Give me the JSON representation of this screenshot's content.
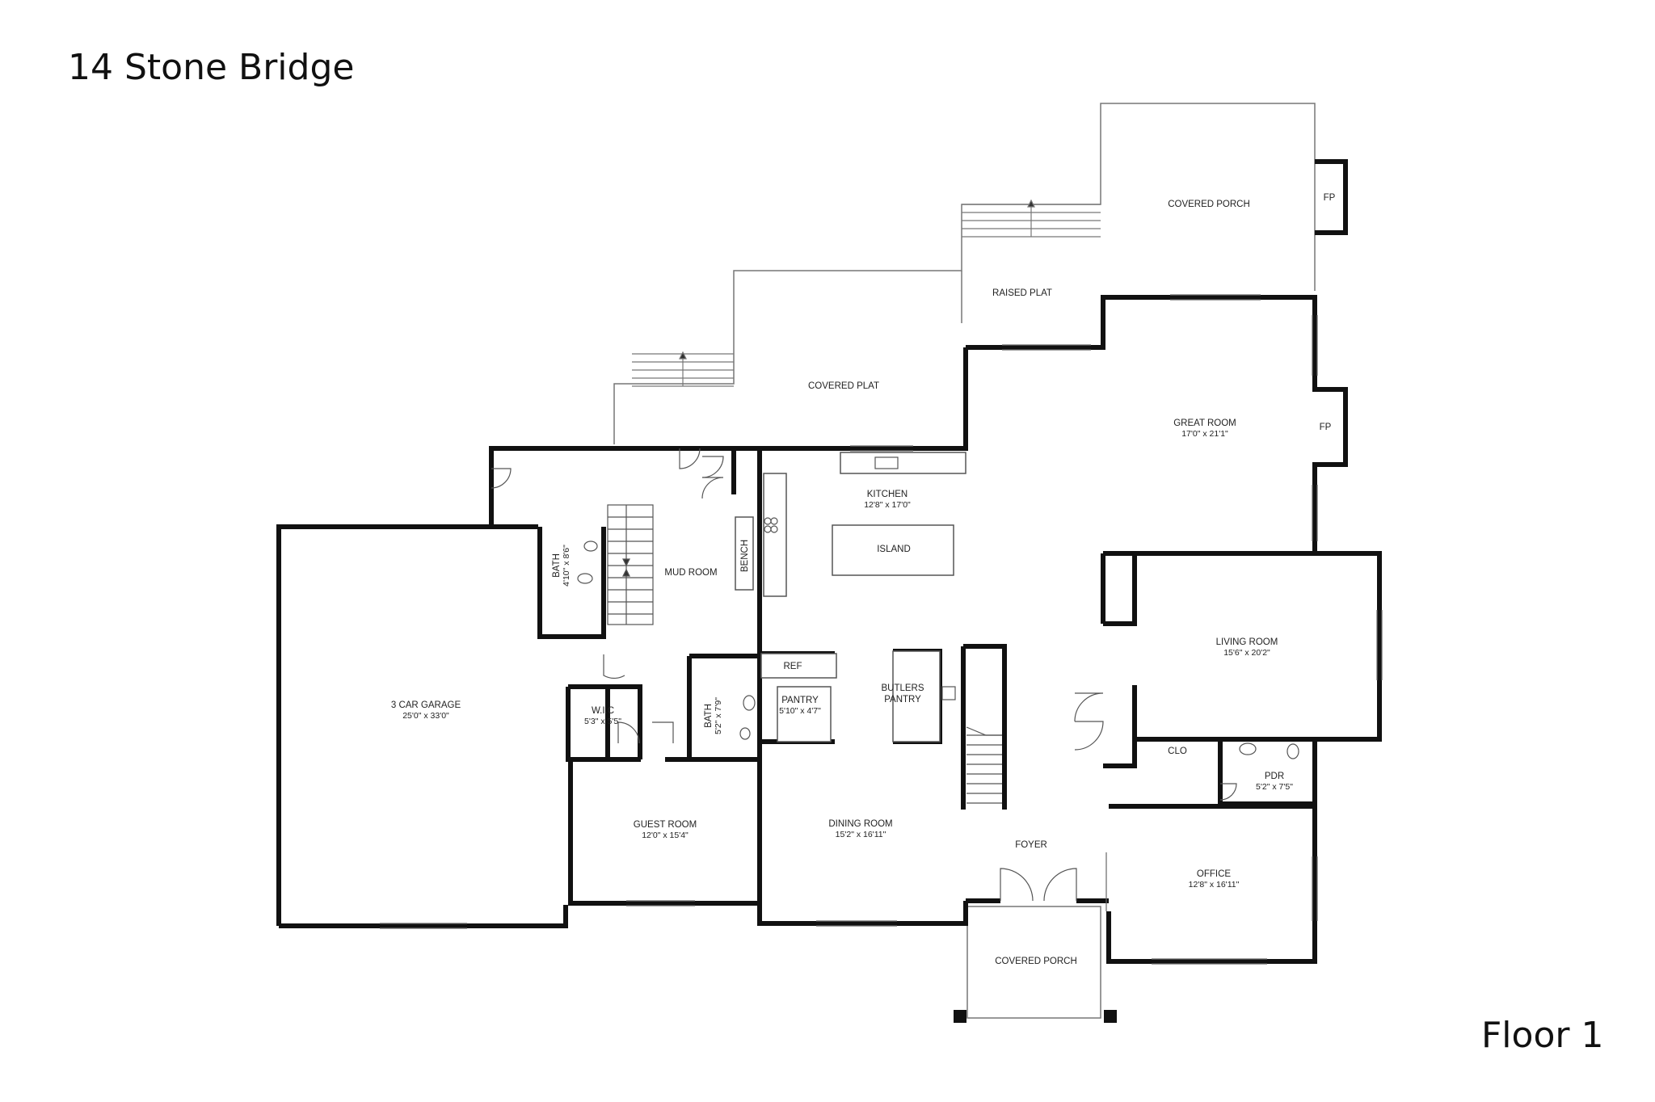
{
  "title": "14 Stone Bridge",
  "floor": "Floor 1",
  "rooms": {
    "covered_porch_rear": {
      "name": "COVERED PORCH"
    },
    "fp_rear": {
      "name": "FP"
    },
    "raised_plat": {
      "name": "RAISED PLAT"
    },
    "covered_plat": {
      "name": "COVERED PLAT"
    },
    "great_room": {
      "name": "GREAT ROOM",
      "dims": "17'0\" x 21'1\""
    },
    "fp_great": {
      "name": "FP"
    },
    "kitchen": {
      "name": "KITCHEN",
      "dims": "12'8\" x 17'0\""
    },
    "island": {
      "name": "ISLAND"
    },
    "bench": {
      "name": "BENCH"
    },
    "mud_room": {
      "name": "MUD ROOM"
    },
    "bath_upper": {
      "name": "BATH",
      "dims": "4'10\" x 8'6\""
    },
    "garage": {
      "name": "3 CAR GARAGE",
      "dims": "25'0\" x 33'0\""
    },
    "wic": {
      "name": "W.I.C",
      "dims": "5'3\" x 5'5\""
    },
    "bath_lower": {
      "name": "BATH",
      "dims": "5'2\" x 7'9\""
    },
    "ref": {
      "name": "REF"
    },
    "pantry": {
      "name": "PANTRY",
      "dims": "5'10\" x 4'7\""
    },
    "butlers_pantry": {
      "name_line1": "BUTLERS",
      "name_line2": "PANTRY"
    },
    "living_room": {
      "name": "LIVING ROOM",
      "dims": "15'6\" x 20'2\""
    },
    "clo": {
      "name": "CLO"
    },
    "pdr": {
      "name": "PDR",
      "dims": "5'2\" x 7'5\""
    },
    "guest_room": {
      "name": "GUEST ROOM",
      "dims": "12'0\" x 15'4\""
    },
    "dining_room": {
      "name": "DINING ROOM",
      "dims": "15'2\" x 16'11\""
    },
    "foyer": {
      "name": "FOYER"
    },
    "office": {
      "name": "OFFICE",
      "dims": "12'8\" x 16'11\""
    },
    "covered_porch_front": {
      "name": "COVERED PORCH"
    }
  }
}
